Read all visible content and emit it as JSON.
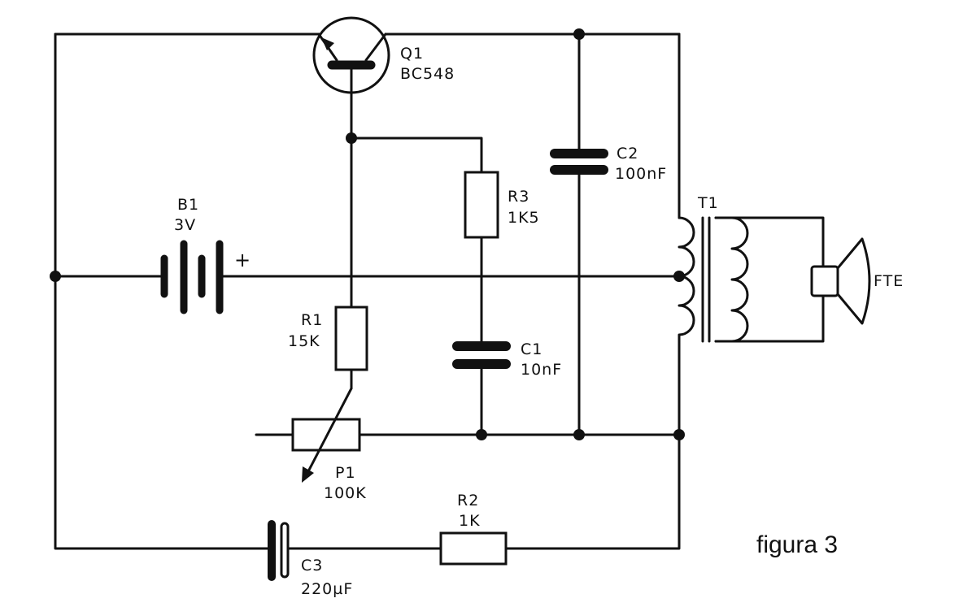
{
  "caption": "figura 3",
  "components": {
    "Q1": {
      "ref": "Q1",
      "value": "BC548"
    },
    "B1": {
      "ref": "B1",
      "value": "3V",
      "polarity": "+"
    },
    "R1": {
      "ref": "R1",
      "value": "15K"
    },
    "R2": {
      "ref": "R2",
      "value": "1K"
    },
    "R3": {
      "ref": "R3",
      "value": "1K5"
    },
    "C1": {
      "ref": "C1",
      "value": "10nF"
    },
    "C2": {
      "ref": "C2",
      "value": "100nF"
    },
    "C3": {
      "ref": "C3",
      "value": "220µF"
    },
    "P1": {
      "ref": "P1",
      "value": "100K"
    },
    "T1": {
      "ref": "T1"
    },
    "FTE": {
      "ref": "FTE"
    }
  }
}
